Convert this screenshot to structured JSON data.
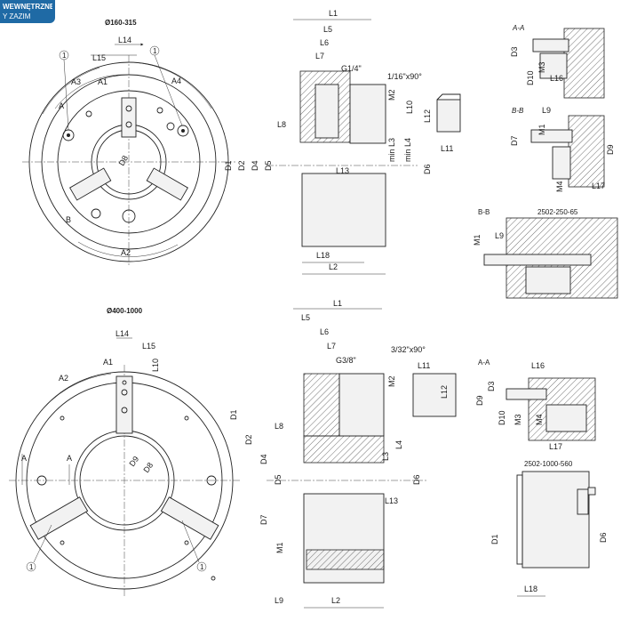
{
  "badge": {
    "line1": "WEWNĘTRZNE",
    "line2": "Y ZAZIM"
  },
  "top": {
    "size_range": "Ø160-315",
    "front": {
      "dims": [
        "L14",
        "L15",
        "A3",
        "A1",
        "A4",
        "A",
        "B",
        "A2",
        "D8"
      ],
      "callouts": [
        "1",
        "1"
      ]
    },
    "side": {
      "dims_top": [
        "L1",
        "L5",
        "L6",
        "L7",
        "G1/4\""
      ],
      "chamfer": "1/16\"x90°",
      "dims_right": [
        "M2",
        "L10",
        "L12",
        "L3",
        "L4",
        "L11",
        "D6"
      ],
      "dims_mins": [
        "min L3",
        "min L4"
      ],
      "dims_left": [
        "D1",
        "D2",
        "D4",
        "D5",
        "L8"
      ],
      "dims_bottom": [
        "L13",
        "L18",
        "L2"
      ]
    }
  },
  "right": {
    "aa": {
      "title": "A-A",
      "dims": [
        "D3",
        "M3",
        "D10",
        "L16"
      ]
    },
    "bb": {
      "title": "B-B",
      "dims": [
        "L9",
        "M1",
        "D7",
        "D9",
        "M4",
        "L17"
      ]
    },
    "bb2": {
      "title": "B-B",
      "part": "2502-250-65",
      "dims": [
        "M1",
        "L9"
      ]
    }
  },
  "bottom": {
    "size_range": "Ø400-1000",
    "front": {
      "dims": [
        "L14",
        "L15",
        "A1",
        "L10",
        "A2",
        "A",
        "A",
        "D9",
        "D8"
      ],
      "callouts": [
        "1",
        "1"
      ]
    },
    "side": {
      "dims_top": [
        "L1",
        "L5",
        "L6",
        "L7",
        "G3/8\""
      ],
      "chamfer": "3/32\"x90°",
      "dims_right": [
        "M2",
        "L11",
        "L12",
        "L3",
        "L4",
        "D6",
        "L13"
      ],
      "dims_left": [
        "D1",
        "D2",
        "L8",
        "D4",
        "D5",
        "D7",
        "M1",
        "L9",
        "L2"
      ]
    },
    "aa": {
      "title": "A-A",
      "dims": [
        "L16",
        "D3",
        "D9",
        "D10",
        "M3",
        "M4",
        "L17"
      ]
    },
    "part": {
      "label": "2502-1000-560",
      "dims": [
        "D1",
        "D6",
        "L18"
      ]
    }
  }
}
